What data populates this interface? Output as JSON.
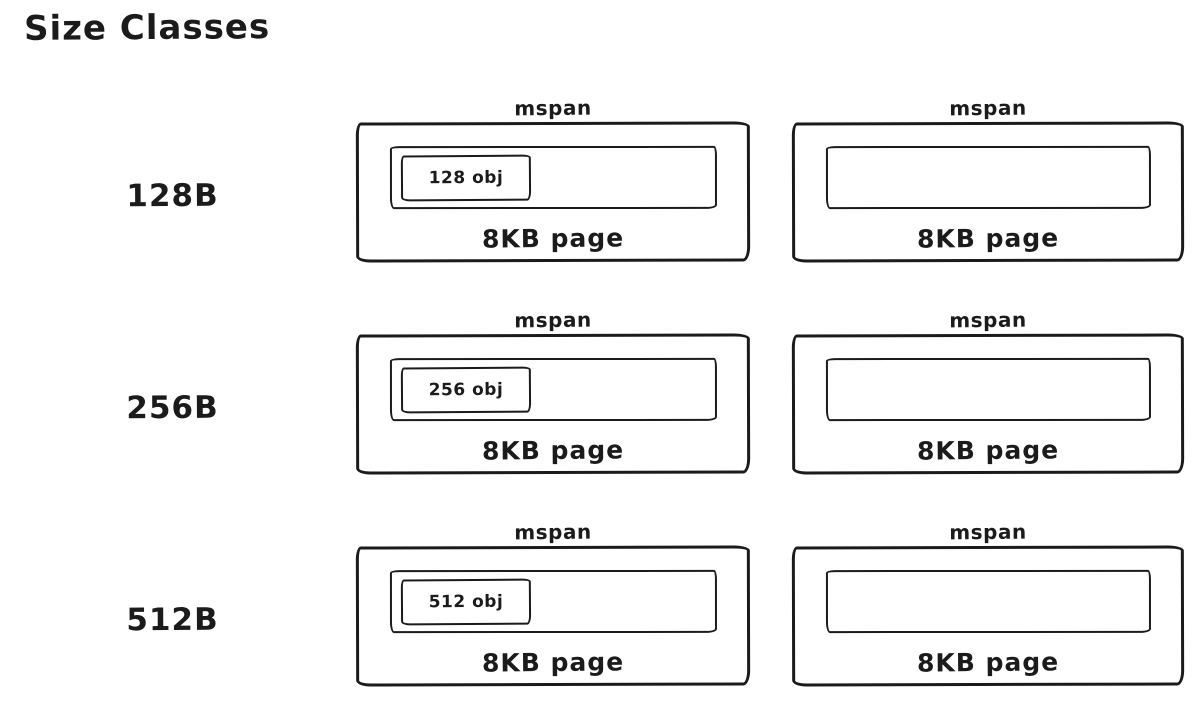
{
  "title": "Size Classes",
  "colors": {
    "ink": "#1b1b1b",
    "background": "#ffffff"
  },
  "rows": [
    {
      "size_label": "128B",
      "left": {
        "span_label": "mspan",
        "obj_label": "128 obj",
        "page_label": "8KB page"
      },
      "right": {
        "span_label": "mspan",
        "page_label": "8KB page"
      }
    },
    {
      "size_label": "256B",
      "left": {
        "span_label": "mspan",
        "obj_label": "256 obj",
        "page_label": "8KB page"
      },
      "right": {
        "span_label": "mspan",
        "page_label": "8KB page"
      }
    },
    {
      "size_label": "512B",
      "left": {
        "span_label": "mspan",
        "obj_label": "512 obj",
        "page_label": "8KB page"
      },
      "right": {
        "span_label": "mspan",
        "page_label": "8KB page"
      }
    }
  ]
}
